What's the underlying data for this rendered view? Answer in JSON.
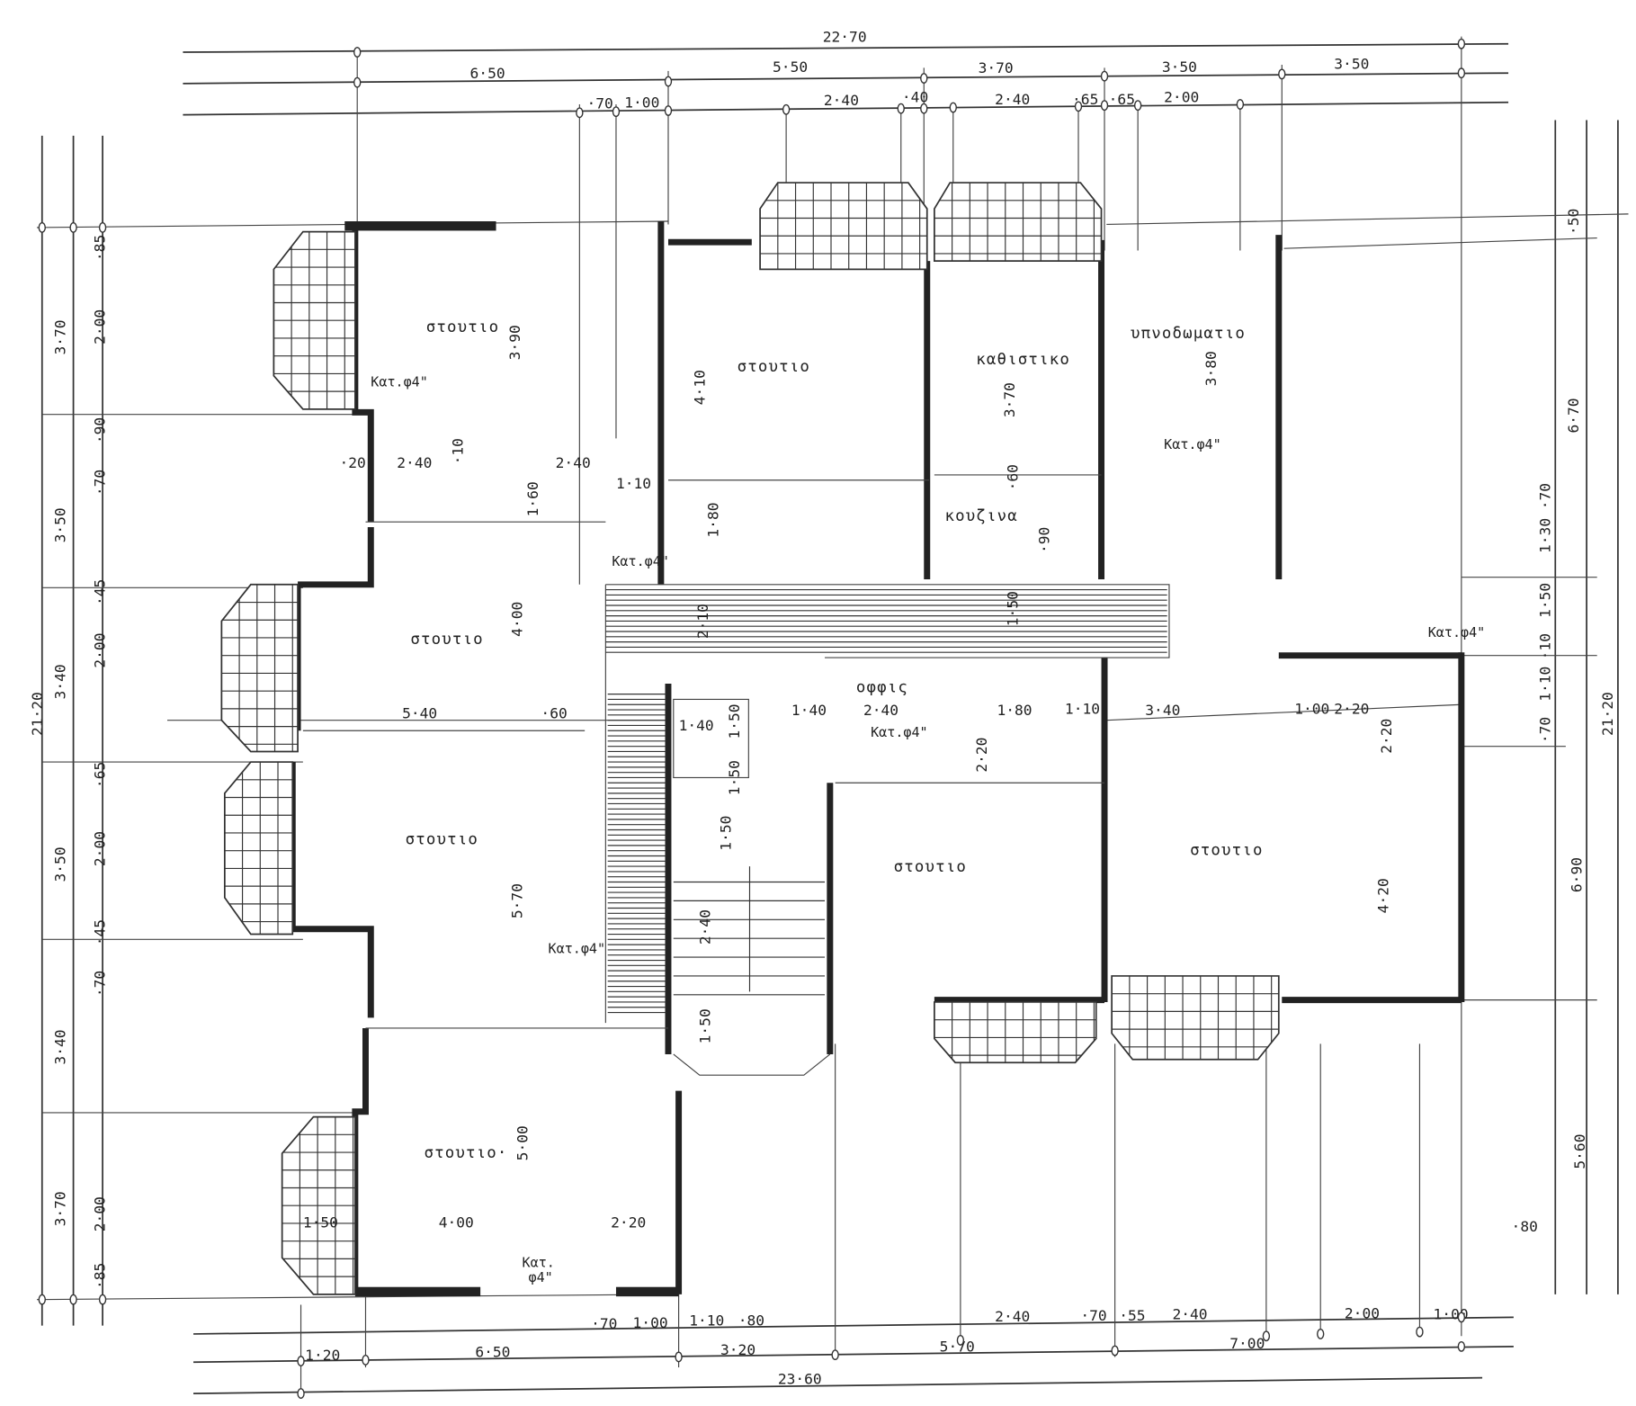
{
  "rooms": {
    "studio": "στουτιο",
    "studio_dot": "στουτιο·",
    "living": "καθιστικο",
    "bedroom": "υπνοδωματιο",
    "kitchen": "κουζινα",
    "office": "οφφις"
  },
  "drain_label": "Κατ.φ4\"",
  "drain_label_short": "Κατ.",
  "drain_label_short2": "φ4\"",
  "dimensions": {
    "top_total": "22·70",
    "top_row2": [
      "6·50",
      "5·50",
      "3·70",
      "3·50",
      "3·50"
    ],
    "top_row3": [
      "·70",
      "1·00",
      "2·40",
      "·40",
      "2·40",
      "·65",
      "·65",
      "2·00"
    ],
    "bottom_row1": [
      "·70",
      "1·00",
      "1·10",
      "·80",
      "2·40",
      "·70",
      "·55",
      "2·40",
      "2·00",
      "1·00"
    ],
    "bottom_row2": [
      "1·20",
      "6·50",
      "3·20",
      "5·70",
      "7·00"
    ],
    "bottom_total": "23·60",
    "left_outer": [
      "3·70",
      "3·50",
      "3·40",
      "3·50",
      "3·40",
      "3·70"
    ],
    "left_total": "21·20",
    "left_inner": [
      "·85",
      "2·00",
      "·90",
      "·70",
      "·45",
      "2·00",
      "·65",
      "2·00",
      "·45",
      "·70",
      "2·00",
      "·85"
    ],
    "right_inner": [
      "·50",
      "6·70",
      "·70",
      "1·30",
      "1·50",
      "·10",
      "1·10",
      "·70",
      "6·90",
      "5·60"
    ],
    "right_total": "21·20",
    "interior": [
      "3·90",
      "4·10",
      "3·70",
      "3·80",
      "4·00",
      "5·70",
      "5·00",
      "4·20",
      "2·40",
      "2·40",
      "1·10",
      "1·60",
      "1·80",
      "1·50",
      "5·40",
      "·60",
      "1·40",
      "1·50",
      "1·50",
      "2·40",
      "1·50",
      "2·40",
      "1·80",
      "2·20",
      "1·10",
      "3·40",
      "1·00",
      "2·20",
      "2·20",
      "1·50",
      "4·00",
      "2·20",
      "·20",
      "·10",
      "·60",
      "·90",
      "1·50",
      "2·10",
      "1·40",
      "·80"
    ]
  }
}
